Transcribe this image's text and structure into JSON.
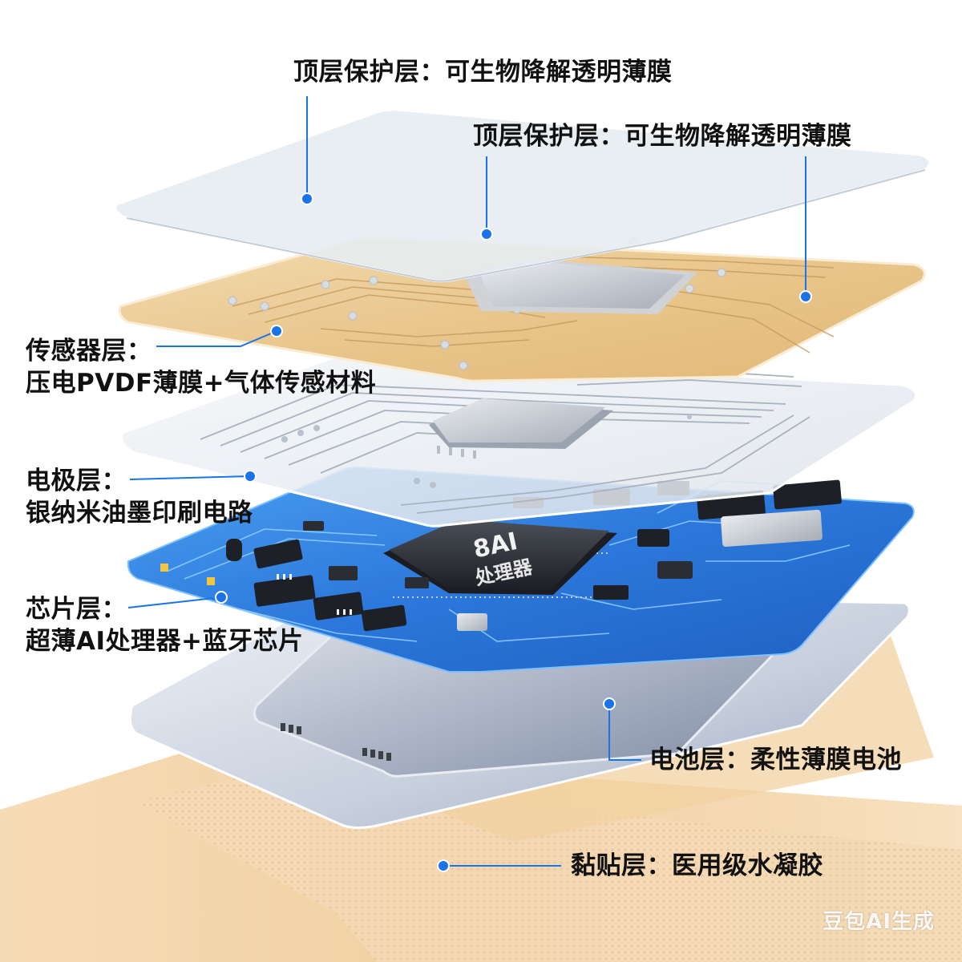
{
  "labels": {
    "top_protect_1": "顶层保护层：可生物降解透明薄膜",
    "top_protect_2": "顶层保护层：可生物降解透明薄膜",
    "sensor_title": "传感器层：",
    "sensor_desc": "压电PVDF薄膜+气体传感材料",
    "electrode_title": "电极层：",
    "electrode_desc": "银纳米油墨印刷电路",
    "chip_title": "芯片层：",
    "chip_desc": "超薄AI处理器+蓝牙芯片",
    "battery": "电池层：柔性薄膜电池",
    "adhesive": "黏贴层：医用级水凝胶"
  },
  "chip_text": {
    "line1": "8AI",
    "line2": "处理器"
  },
  "watermark": "豆包AI生成",
  "colors": {
    "pointer": "#1a73e8",
    "sensor_gold": "#e9c88e",
    "pcb_blue": "#2f7ee0",
    "adhesive_peach": "#f3d3a6",
    "film_clear": "#eef2f6",
    "battery_steel": "#9aa6bd"
  }
}
